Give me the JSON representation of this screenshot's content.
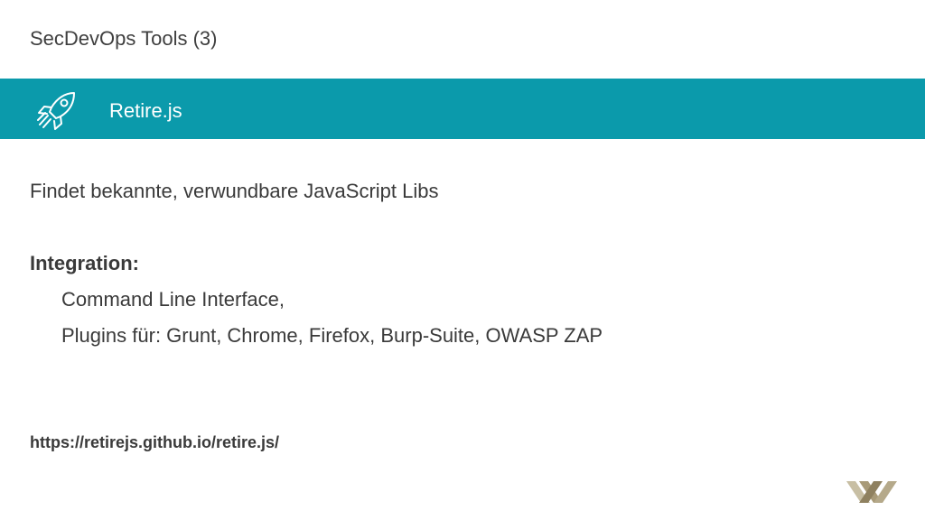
{
  "slide": {
    "title": "SecDevOps Tools (3)"
  },
  "banner": {
    "icon": "rocket-icon",
    "title": "Retire.js",
    "color": "#0b9aab"
  },
  "content": {
    "description": "Findet bekannte, verwundbare JavaScript Libs",
    "integration_heading": "Integration:",
    "integration_items": [
      "Command Line Interface,",
      "Plugins für: Grunt, Chrome, Firefox, Burp-Suite, OWASP ZAP"
    ],
    "link": "https://retirejs.github.io/retire.js/"
  },
  "footer": {
    "logo_icon": "company-logo",
    "logo_color": "#b5a98a"
  }
}
